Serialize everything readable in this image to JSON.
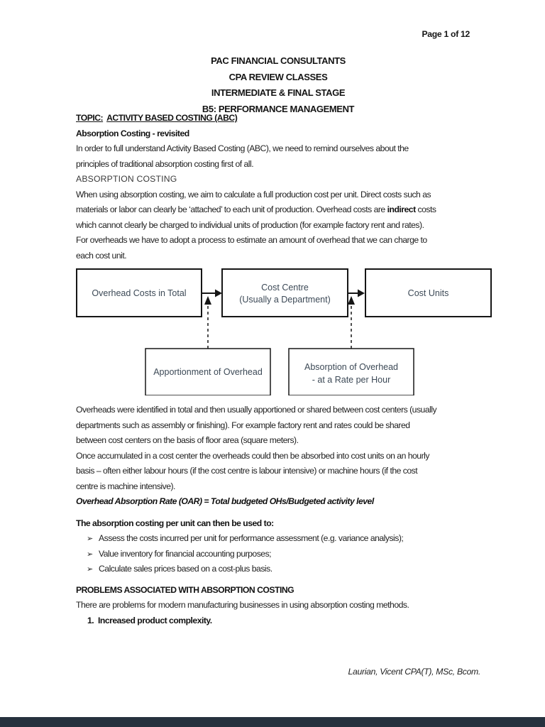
{
  "page_number": "Page 1 of 12",
  "header": {
    "lines": [
      "PAC FINANCIAL CONSULTANTS",
      "CPA REVIEW CLASSES",
      "INTERMEDIATE & FINAL STAGE",
      "B5: PERFORMANCE MANAGEMENT"
    ]
  },
  "topic": {
    "label": "TOPIC:",
    "title": "ACTIVITY BASED COSTING (ABC)"
  },
  "intro": {
    "subheading": "Absorption Costing - revisited",
    "para1_lines": [
      "In order to full understand Activity Based Costing (ABC), we need to remind ourselves about the",
      "principles of traditional absorption costing first of all."
    ],
    "caps_heading": "ABSORPTION COSTING",
    "para2_line1": "When using absorption costing, we aim to calculate a full production cost per unit. Direct costs such as",
    "para2_line2_before": "materials or labor can clearly be ‘attached’ to each unit of production. Overhead costs are ",
    "para2_line2_bold": "indirect",
    "para2_line2_after": " costs",
    "para2_line3": "which cannot clearly be charged to individual units of production (for example factory rent and rates).",
    "para3_lines": [
      "For overheads we have to adopt a process to estimate an amount of overhead that we can charge to",
      "each cost unit."
    ]
  },
  "diagram": {
    "box_overhead_total": "Overhead Costs in Total",
    "box_cost_centre_line1": "Cost Centre",
    "box_cost_centre_line2": "(Usually a Department)",
    "box_cost_units": "Cost Units",
    "box_apportionment": "Apportionment of Overhead",
    "box_absorption_line1": "Absorption of Overhead",
    "box_absorption_line2": "- at a Rate per Hour"
  },
  "body": {
    "para4_lines": [
      "Overheads were identified in total and then usually apportioned or shared between cost centers (usually",
      "departments such as assembly or finishing). For example factory rent and rates could be shared",
      "between cost centers on the basis of floor area (square meters)."
    ],
    "para5_lines": [
      "Once accumulated in a cost center the overheads could then be absorbed into cost units on an hourly",
      "basis – often either labour hours (if the cost centre is labour intensive) or machine hours (if the cost",
      "centre is machine intensive)."
    ],
    "oar_formula": "Overhead Absorption Rate (OAR) = Total budgeted OHs/Budgeted activity level",
    "used_to_heading": "The absorption costing per unit can then be used to:",
    "bullet_glyph": "➢",
    "bullets": [
      "Assess the costs incurred per unit for performance assessment (e.g. variance analysis);",
      "Value inventory for financial accounting purposes;",
      "Calculate sales prices based on a cost-plus basis."
    ],
    "problems_heading": "PROBLEMS ASSOCIATED WITH ABSORPTION COSTING",
    "problems_intro": "There are problems for modern manufacturing businesses in using absorption costing methods.",
    "problem1_number": "1.",
    "problem1_text": "Increased product complexity."
  },
  "footer": {
    "author": "Laurian, Vicent CPA(T), MSc, Bcom."
  },
  "colors": {
    "diagram_text": "#3c4956",
    "bottom_bar": "#26313e"
  }
}
